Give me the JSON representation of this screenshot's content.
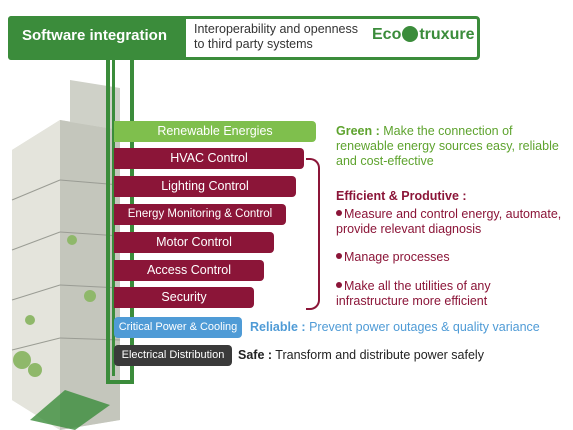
{
  "header": {
    "title": "Software integration",
    "description": "Interoperability and openness to third party systems",
    "logo_text_left": "Eco",
    "logo_text_right": "truxure"
  },
  "bars": [
    {
      "label": "Renewable Energies"
    },
    {
      "label": "HVAC Control"
    },
    {
      "label": "Lighting Control"
    },
    {
      "label": "Energy Monitoring & Control"
    },
    {
      "label": "Motor Control"
    },
    {
      "label": "Access Control"
    },
    {
      "label": "Security"
    },
    {
      "label": "Critical Power & Cooling"
    },
    {
      "label": "Electrical Distribution"
    }
  ],
  "green": {
    "label": "Green :",
    "text": "Make the connection of renewable energy sources easy, reliable and cost-effective"
  },
  "efficient": {
    "heading": "Efficient & Produtive :",
    "items": [
      "Measure and control energy, automate, provide relevant diagnosis",
      "Manage processes",
      "Make all the utilities of any infrastructure more efficient"
    ]
  },
  "reliable": {
    "label": "Reliable :",
    "text": "Prevent power outages & quality variance"
  },
  "safe": {
    "label": "Safe :",
    "text": "Transform and distribute power safely"
  },
  "colors": {
    "brand_green": "#3b8c3b",
    "light_green": "#7fbf4d",
    "maroon": "#8b1538",
    "blue": "#4f9bd6",
    "dark": "#3a3a3a"
  }
}
